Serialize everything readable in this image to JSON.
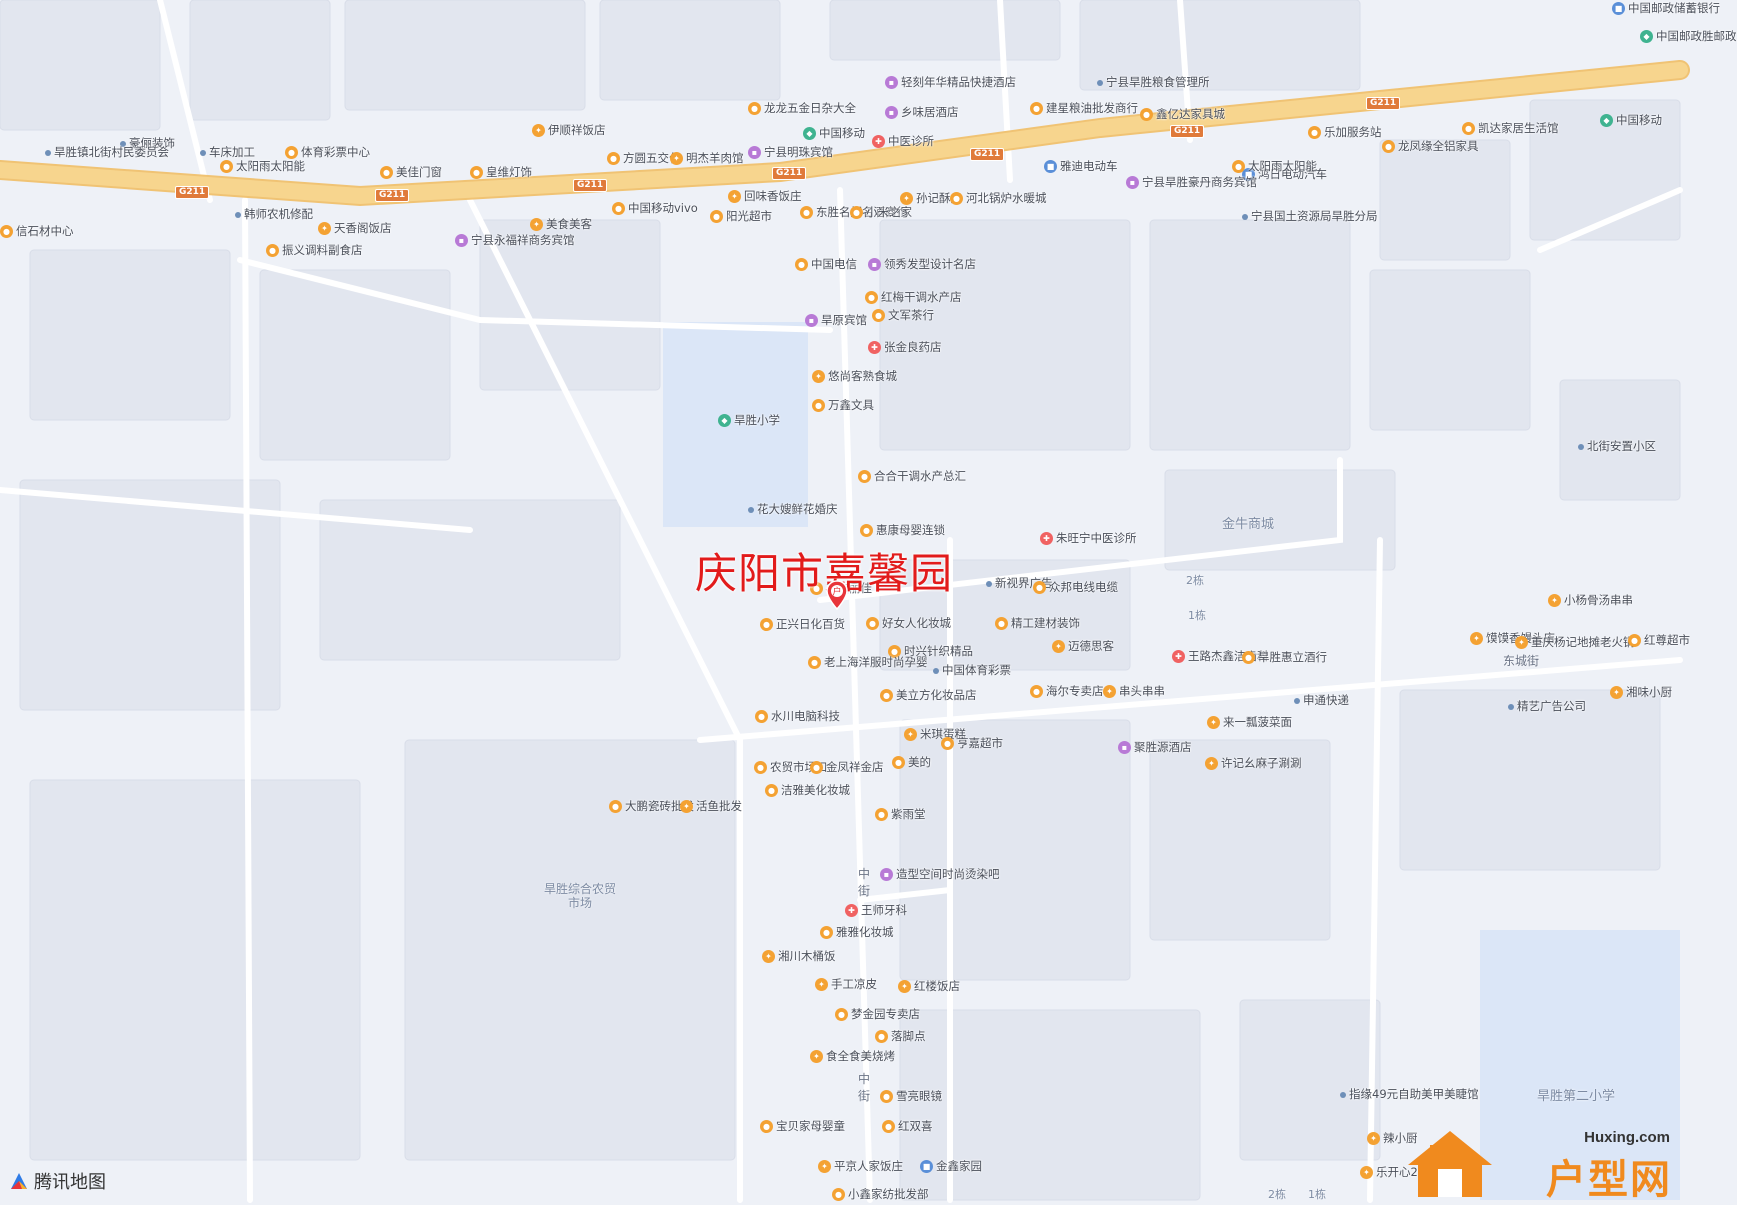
{
  "map": {
    "headline": "庆阳市嘉馨园",
    "marker_label": "户",
    "brand": "腾讯地图",
    "watermark": {
      "url": "Huxing.com",
      "name": "户型网"
    },
    "colors": {
      "background": "#eef1f7",
      "major_road": "#f7d58e",
      "minor_road": "#ffffff",
      "block": "#e2e6ef",
      "school": "#dbe6f7",
      "headline": "#e21b1b",
      "highway_shield": "#e07a3a"
    },
    "highway_shields": [
      "G211",
      "G211",
      "G211",
      "G211",
      "G211",
      "G211",
      "G211"
    ],
    "road_labels": [
      "东城街",
      "中街",
      "中街"
    ],
    "area_labels": [
      "旱胜小学",
      "金牛商城",
      "旱胜综合农贸市场",
      "旱胜第二小学",
      "北街安置小区",
      "2栋",
      "1栋",
      "2栋",
      "1栋"
    ],
    "pois": [
      {
        "name": "中国邮政储蓄银行",
        "icon": "blue"
      },
      {
        "name": "中国邮政胜邮政",
        "icon": "green"
      },
      {
        "name": "轻刻年华精品快捷酒店",
        "icon": "hotel"
      },
      {
        "name": "宁县旱胜粮食管理所",
        "icon": "dot"
      },
      {
        "name": "乡味居酒店",
        "icon": "hotel"
      },
      {
        "name": "龙龙五金日杂大全",
        "icon": "shop"
      },
      {
        "name": "中国移动",
        "icon": "green"
      },
      {
        "name": "鑫亿达家具城",
        "icon": "shop"
      },
      {
        "name": "建星粮油批发商行",
        "icon": "shop"
      },
      {
        "name": "伊顺祥饭店",
        "icon": "food"
      },
      {
        "name": "中医诊所",
        "icon": "med"
      },
      {
        "name": "豪俪装饰",
        "icon": "dot"
      },
      {
        "name": "车床加工",
        "icon": "dot"
      },
      {
        "name": "体育彩票中心",
        "icon": "shop"
      },
      {
        "name": "方圆五交化",
        "icon": "shop"
      },
      {
        "name": "明杰羊肉馆",
        "icon": "food"
      },
      {
        "name": "宁县明珠宾馆",
        "icon": "hotel"
      },
      {
        "name": "旱胜镇北街村民委员会",
        "icon": "dot"
      },
      {
        "name": "太阳雨太阳能",
        "icon": "shop"
      },
      {
        "name": "美佳门窗",
        "icon": "shop"
      },
      {
        "name": "皇维灯饰",
        "icon": "shop"
      },
      {
        "name": "鸿日电动汽车",
        "icon": "blue"
      },
      {
        "name": "乐加服务站",
        "icon": "shop"
      },
      {
        "name": "凯达家居生活馆",
        "icon": "shop"
      },
      {
        "name": "中国移动",
        "icon": "green"
      },
      {
        "name": "龙凤缘全铝家具",
        "icon": "shop"
      },
      {
        "name": "雅迪电动车",
        "icon": "blue"
      },
      {
        "name": "太阳雨太阳能",
        "icon": "shop"
      },
      {
        "name": "宁县旱胜豪丹商务宾馆",
        "icon": "hotel"
      },
      {
        "name": "孙记酥点",
        "icon": "food"
      },
      {
        "name": "河北锅炉水暖城",
        "icon": "shop"
      },
      {
        "name": "宁县国土资源局旱胜分局",
        "icon": "dot"
      },
      {
        "name": "信石材中心",
        "icon": "shop"
      },
      {
        "name": "韩师农机修配",
        "icon": "dot"
      },
      {
        "name": "天香阁饭店",
        "icon": "food"
      },
      {
        "name": "振义调料副食店",
        "icon": "shop"
      },
      {
        "name": "宁县永福祥商务宾馆",
        "icon": "hotel"
      },
      {
        "name": "美食美客",
        "icon": "food"
      },
      {
        "name": "中国移动vivo",
        "icon": "shop"
      },
      {
        "name": "回味香饭庄",
        "icon": "food"
      },
      {
        "name": "阳光超市",
        "icon": "shop"
      },
      {
        "name": "东胜名烟名酒商行",
        "icon": "shop"
      },
      {
        "name": "小米之家",
        "icon": "shop"
      },
      {
        "name": "中国电信",
        "icon": "shop"
      },
      {
        "name": "领秀发型设计名店",
        "icon": "hotel"
      },
      {
        "name": "红梅干调水产店",
        "icon": "shop"
      },
      {
        "name": "旱原宾馆",
        "icon": "hotel"
      },
      {
        "name": "文军茶行",
        "icon": "shop"
      },
      {
        "name": "张金良药店",
        "icon": "med"
      },
      {
        "name": "悠尚客熟食城",
        "icon": "food"
      },
      {
        "name": "万鑫文具",
        "icon": "shop"
      },
      {
        "name": "旱胜小学",
        "icon": "green"
      },
      {
        "name": "北街安置小区",
        "icon": "dot"
      },
      {
        "name": "合合干调水产总汇",
        "icon": "shop"
      },
      {
        "name": "花大嫂鲜花婚庆",
        "icon": "dot"
      },
      {
        "name": "惠康母婴连锁",
        "icon": "shop"
      },
      {
        "name": "朱旺宁中医诊所",
        "icon": "med"
      },
      {
        "name": "新视界广告",
        "icon": "dot"
      },
      {
        "name": "东方丽佳",
        "icon": "shop"
      },
      {
        "name": "众邦电线电缆",
        "icon": "shop"
      },
      {
        "name": "正兴日化百货",
        "icon": "shop"
      },
      {
        "name": "好女人化妆城",
        "icon": "shop"
      },
      {
        "name": "精工建材装饰",
        "icon": "shop"
      },
      {
        "name": "小杨骨汤串串",
        "icon": "food"
      },
      {
        "name": "馍馍香馒头店",
        "icon": "food"
      },
      {
        "name": "重庆杨记地摊老火锅",
        "icon": "food"
      },
      {
        "name": "红尊超市",
        "icon": "shop"
      },
      {
        "name": "时兴针织精品",
        "icon": "shop"
      },
      {
        "name": "迈德思客",
        "icon": "food"
      },
      {
        "name": "王路杰鑫洁齿科",
        "icon": "med"
      },
      {
        "name": "老上海洋服时尚孕婴",
        "icon": "shop"
      },
      {
        "name": "中国体育彩票",
        "icon": "dot"
      },
      {
        "name": "海尔专卖店",
        "icon": "shop"
      },
      {
        "name": "串头串串",
        "icon": "food"
      },
      {
        "name": "旱胜惠立酒行",
        "icon": "shop"
      },
      {
        "name": "美立方化妆品店",
        "icon": "shop"
      },
      {
        "name": "申通快递",
        "icon": "dot"
      },
      {
        "name": "精艺广告公司",
        "icon": "dot"
      },
      {
        "name": "湘味小厨",
        "icon": "food"
      },
      {
        "name": "水川电脑科技",
        "icon": "shop"
      },
      {
        "name": "来一瓢菠菜面",
        "icon": "food"
      },
      {
        "name": "米琪蛋糕",
        "icon": "food"
      },
      {
        "name": "亨嘉超市",
        "icon": "shop"
      },
      {
        "name": "聚胜源酒店",
        "icon": "hotel"
      },
      {
        "name": "许记幺麻子涮涮",
        "icon": "food"
      },
      {
        "name": "农贸市场口",
        "icon": "shop"
      },
      {
        "name": "金凤祥金店",
        "icon": "shop"
      },
      {
        "name": "美的",
        "icon": "shop"
      },
      {
        "name": "洁雅美化妆城",
        "icon": "shop"
      },
      {
        "name": "大鹏瓷砖批发",
        "icon": "shop"
      },
      {
        "name": "活鱼批发",
        "icon": "food"
      },
      {
        "name": "紫雨堂",
        "icon": "shop"
      },
      {
        "name": "造型空间时尚烫染吧",
        "icon": "hotel"
      },
      {
        "name": "王师牙科",
        "icon": "med"
      },
      {
        "name": "雅雅化妆城",
        "icon": "shop"
      },
      {
        "name": "湘川木桶饭",
        "icon": "food"
      },
      {
        "name": "手工凉皮",
        "icon": "food"
      },
      {
        "name": "红楼饭店",
        "icon": "food"
      },
      {
        "name": "梦金园专卖店",
        "icon": "shop"
      },
      {
        "name": "落脚点",
        "icon": "shop"
      },
      {
        "name": "食全食美烧烤",
        "icon": "food"
      },
      {
        "name": "雪亮眼镜",
        "icon": "shop"
      },
      {
        "name": "指缘49元自助美甲美睫馆",
        "icon": "dot"
      },
      {
        "name": "宝贝家母婴童",
        "icon": "shop"
      },
      {
        "name": "红双喜",
        "icon": "shop"
      },
      {
        "name": "辣小厨",
        "icon": "food"
      },
      {
        "name": "平京人家饭庄",
        "icon": "food"
      },
      {
        "name": "金鑫家园",
        "icon": "blue"
      },
      {
        "name": "小鑫家纺批发部",
        "icon": "shop"
      },
      {
        "name": "乐开心29自助火锅",
        "icon": "food"
      }
    ]
  }
}
